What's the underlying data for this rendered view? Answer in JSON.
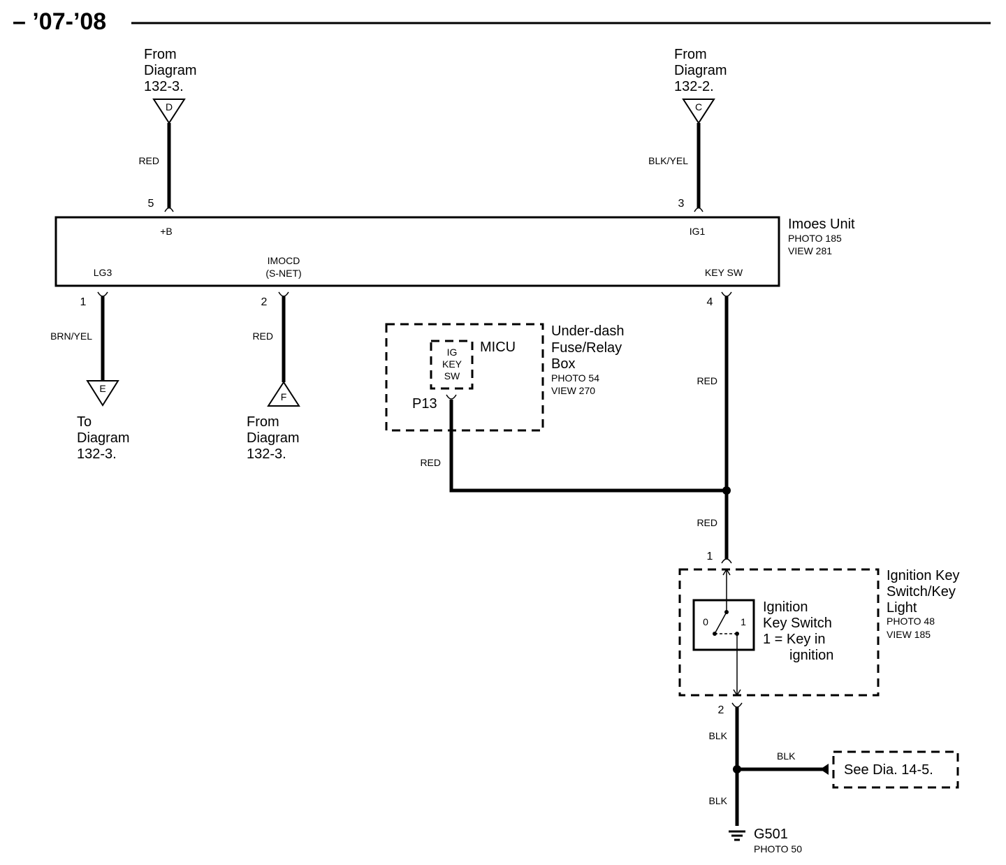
{
  "header": {
    "title": "– ’07-’08"
  },
  "connectors": {
    "D": {
      "letter": "D",
      "caption": [
        "From",
        "Diagram",
        "132-3."
      ]
    },
    "C": {
      "letter": "C",
      "caption": [
        "From",
        "Diagram",
        "132-2."
      ]
    },
    "E": {
      "letter": "E",
      "caption": [
        "To",
        "Diagram",
        "132-3."
      ]
    },
    "F": {
      "letter": "F",
      "caption": [
        "From",
        "Diagram",
        "132-3."
      ]
    }
  },
  "imoes_unit": {
    "name": "Imoes Unit",
    "photo": "PHOTO 185",
    "view": "VIEW 281",
    "pins": {
      "p5": {
        "num": "5",
        "label": "+B"
      },
      "p3": {
        "num": "3",
        "label": "IG1"
      },
      "p1": {
        "num": "1",
        "label": "LG3"
      },
      "p2": {
        "num": "2",
        "label_line1": "IMOCD",
        "label_line2": "(S-NET)"
      },
      "p4": {
        "num": "4",
        "label": "KEY SW"
      }
    }
  },
  "wires": {
    "d_to_5": "RED",
    "c_to_3": "BLK/YEL",
    "p1_to_e": "BRN/YEL",
    "p2_to_f": "RED",
    "p4_down": "RED",
    "p13_down": "RED",
    "junction_to_switch": "RED",
    "switch_to_ground": "BLK",
    "see_dia": "BLK",
    "ground_lower": "BLK"
  },
  "micu": {
    "box_name": [
      "Under-dash",
      "Fuse/Relay",
      "Box"
    ],
    "photo": "PHOTO 54",
    "view": "VIEW 270",
    "unit": "MICU",
    "inner": [
      "IG",
      "KEY",
      "SW"
    ],
    "pin": "P13"
  },
  "ignition": {
    "name": [
      "Ignition Key",
      "Switch/Key",
      "Light"
    ],
    "photo": "PHOTO 48",
    "view": "VIEW 185",
    "switch_text": [
      "Ignition",
      "Key Switch",
      "1 = Key in",
      "ignition"
    ],
    "pos0": "0",
    "pos1": "1",
    "pin_top": "1",
    "pin_bottom": "2"
  },
  "see_dia": "See Dia. 14-5.",
  "ground": {
    "name": "G501",
    "photo": "PHOTO 50"
  }
}
